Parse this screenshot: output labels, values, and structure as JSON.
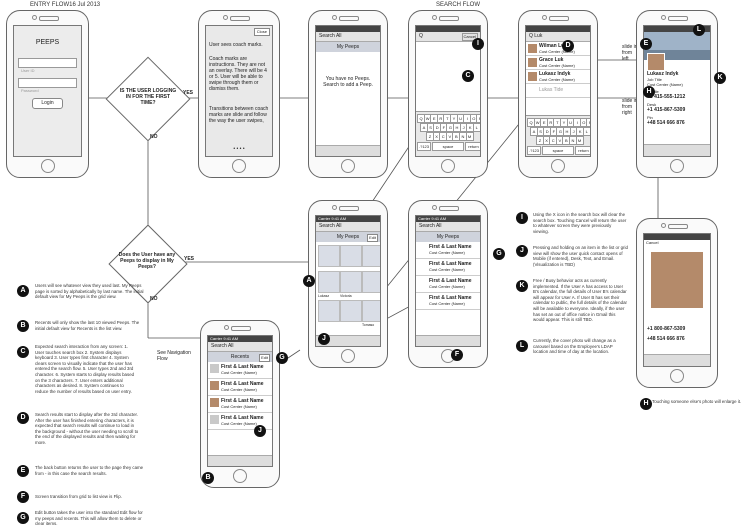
{
  "header": {
    "left": "ENTRY FLOW16 Jul 2013",
    "center": "SEARCH FLOW"
  },
  "login": {
    "app": "PEEPS",
    "user": "User ID",
    "pass": "Password",
    "button": "Login"
  },
  "coach": {
    "close": "Close",
    "text1": "User sees coach marks.",
    "text2": "Coach marks are instructions. They are not an overlay. There will be 4 or 5. User will be able to swipe through them or dismiss them.",
    "text3": "Transitions between coach marks are slide and follow the way the user swipes,",
    "dots": "• • • •"
  },
  "decision1": {
    "text": "IS THE USER LOGGING IN FOR THE FIRST TIME?",
    "yes": "YES",
    "no": "NO"
  },
  "decision2": {
    "text": "Does the User have any Peeps to display in My Peeps?",
    "yes": "YES",
    "no": "NO"
  },
  "mypeeps_empty": {
    "search": "Search All",
    "title": "My Peeps",
    "msg": "You have no Peeps. Search to add a Peep."
  },
  "search_kbd": {
    "field": "Q",
    "cancel": "Cancel",
    "keys1": [
      "Q",
      "W",
      "E",
      "R",
      "T",
      "Y",
      "U",
      "I",
      "O",
      "P"
    ],
    "keys2": [
      "A",
      "S",
      "D",
      "F",
      "G",
      "H",
      "J",
      "K",
      "L"
    ],
    "keys3": [
      "Z",
      "X",
      "C",
      "V",
      "B",
      "N",
      "M"
    ],
    "num": ".?123",
    "space": "space",
    "ret": "return"
  },
  "results": {
    "field": "Q Luk",
    "items": [
      {
        "name": "Wilman Luk",
        "sub": "Cost Center (Name)"
      },
      {
        "name": "Grace Luk",
        "sub": "Cost Center (Name)"
      },
      {
        "name": "Lukasz Indyk",
        "sub": "Cost Center (Name)"
      },
      {
        "name": "Lukas Tide"
      }
    ]
  },
  "slide": {
    "left": "slide in from left",
    "right": "slide in from right"
  },
  "profile": {
    "name": "Lukasz Indyk",
    "title": "Job Title",
    "cost": "Cost Center (Name)",
    "mobile_label": "Mobile",
    "mobile": "+1 415-555-1212",
    "desk_label": "Desk",
    "desk": "+1 415-867-5309",
    "pin_label": "Pin",
    "pin": "+48 514 666 876",
    "back": "Back"
  },
  "photo": {
    "cancel": "Cancel",
    "mobile": "+1 800-867-5309",
    "pin": "+48 514 666 876",
    "note": "Touching someone else's photo will enlarge it."
  },
  "mypeeps_grid": {
    "carrier": "Carrier",
    "time": "9:41 AM",
    "search": "Search All",
    "title": "My Peeps",
    "edit": "Edit",
    "names": [
      "Lukasz",
      "Victoria",
      "Tomaso"
    ]
  },
  "mypeeps_list": {
    "carrier": "Carrier",
    "time": "9:41 AM",
    "search": "Search All",
    "title": "My Peeps",
    "items": [
      {
        "name": "First & Last Name",
        "sub": "Cost Center (Name)"
      },
      {
        "name": "First & Last Name",
        "sub": "Cost Center (Name)"
      },
      {
        "name": "First & Last Name",
        "sub": "Cost Center (Name)"
      },
      {
        "name": "First & Last Name",
        "sub": "Cost Center (Name)"
      }
    ]
  },
  "recents": {
    "carrier": "Carrier",
    "time": "9:41 AM",
    "search": "Search All",
    "title": "Recents",
    "edit": "Edit",
    "items": [
      {
        "name": "First & Last Name",
        "sub": "Cost Center (Name)"
      },
      {
        "name": "First & Last Name",
        "sub": "Cost Center (Name)"
      },
      {
        "name": "First & Last Name",
        "sub": "Cost Center (Name)"
      },
      {
        "name": "First & Last Name",
        "sub": "Cost Center (Name)"
      }
    ],
    "nav": "See Navigation Flow"
  },
  "notes_left": [
    {
      "id": "A",
      "text": "Users will see whatever view they used last. My Peeps page is sorted by alphabetically by last name. The initial default view for My Peeps is the grid view."
    },
    {
      "id": "B",
      "text": "Recents will only show the last 10 viewed Peeps. The initial default view for Recents is the list view."
    },
    {
      "id": "C",
      "text": "Expected search interaction from any screen: 1. User touches search box 2. System displays keyboard 3. User types first character 4. System clears screen to visually indicate that the user has entered the search flow. 5. User types 2nd and 3rd character. 6. System starts to display results based on the 3 characters. 7. User enters additional characters as desired. 8. System continues to reduce the number of results based on user entry."
    },
    {
      "id": "D",
      "text": "Search results start to display after the 3rd character. After the user has finished entering characters, it is expected that search results will continue to load in the background - without the user needing to scroll to the end of the displayed results and then waiting for more."
    },
    {
      "id": "E",
      "text": "The back button returns the user to the page they came from - in this case the search results."
    },
    {
      "id": "F",
      "text": "Screen transition from grid to list view is Flip."
    },
    {
      "id": "G",
      "text": "Edit button takes the user into the standard Edit flow for my peeps and recents. This will allow them to delete or clear items."
    }
  ],
  "notes_right": [
    {
      "id": "I",
      "text": "Using the X icon in the search box will clear the search box. Touching Cancel will return the user to whatever screen they were previously viewing."
    },
    {
      "id": "J",
      "text": "Pressing and holding on an item in the list or grid view will show the user quick contact opens of Mobile (if entered), Desk, Text, and Email. (Visualization is TBD)"
    },
    {
      "id": "K",
      "text": "Free / Busy behavior acts as currently implemented. If the User A has access to User B's calendar, the full details of User B's calendar will appear for User A. If User B has set their calendar to public, the full details of the calendar will be available to everyone. Ideally, if the user has set an out of office notice in Gmail this would appear. This is still TBD."
    },
    {
      "id": "L",
      "text": "Currently, the cover photo will change as a carousel based on the Employee's LDAP location and time of day at the location."
    }
  ],
  "markers": {
    "A": "A",
    "B": "B",
    "C": "C",
    "D": "D",
    "E": "E",
    "F": "F",
    "G": "G",
    "H": "H",
    "I": "I",
    "J": "J",
    "K": "K",
    "L": "L"
  }
}
